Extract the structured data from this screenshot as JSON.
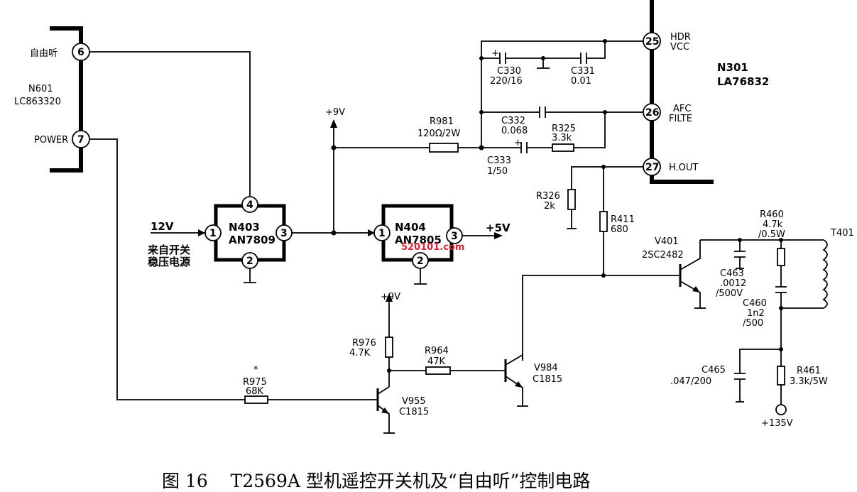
{
  "caption": "图 16    T2569A 型机遥控开关机及“自由听”控制电路",
  "watermark": "520101.com",
  "n601": {
    "name": "N601",
    "part": "LC863320",
    "pin6_label": "自由听",
    "pin6": "6",
    "pin7_label": "POWER",
    "pin7": "7"
  },
  "n301": {
    "name": "N301",
    "part": "LA76832",
    "pin25": "25",
    "pin25_label1": "HDR",
    "pin25_label2": "VCC",
    "pin26": "26",
    "pin26_label1": "AFC",
    "pin26_label2": "FILTE",
    "pin27": "27",
    "pin27_label": "H.OUT"
  },
  "n403": {
    "name": "N403",
    "part": "AN7809",
    "pin1": "1",
    "pin2": "2",
    "pin3": "3",
    "pin4": "4"
  },
  "n404": {
    "name": "N404",
    "part": "AN7805",
    "pin1": "1",
    "pin2": "2",
    "pin3": "3"
  },
  "input": {
    "voltage": "12V",
    "desc1": "来自开关",
    "desc2": "稳压电源"
  },
  "rails": {
    "plus9v_top": "+9V",
    "plus9v_bottom": "+9V",
    "plus5v": "+5V",
    "plus135v": "+135V"
  },
  "components": {
    "r981": {
      "ref": "R981",
      "value": "120Ω/2W"
    },
    "c330": {
      "ref": "C330",
      "value": "220/16"
    },
    "c331": {
      "ref": "C331",
      "value": "0.01"
    },
    "c332": {
      "ref": "C332",
      "value": "0.068"
    },
    "r325": {
      "ref": "R325",
      "value": "3.3k"
    },
    "c333": {
      "ref": "C333",
      "value": "1/50"
    },
    "r326": {
      "ref": "R326",
      "value": "2k"
    },
    "r411": {
      "ref": "R411",
      "value": "680"
    },
    "v401": {
      "ref": "V401",
      "value": "2SC2482"
    },
    "r460": {
      "ref": "R460",
      "value1": "4.7k",
      "value2": "/0.5W"
    },
    "t401": {
      "ref": "T401"
    },
    "c463": {
      "ref": "C463",
      "value1": ".0012",
      "value2": "/500V"
    },
    "c460": {
      "ref": "C460",
      "value1": "1n2",
      "value2": "/500"
    },
    "c465": {
      "ref": "C465",
      "value": ".047/200"
    },
    "r461": {
      "ref": "R461",
      "value": "3.3k/5W"
    },
    "r976": {
      "ref": "R976",
      "value": "4.7K"
    },
    "r964": {
      "ref": "R964",
      "value": "47K"
    },
    "v984": {
      "ref": "V984",
      "value": "C1815"
    },
    "r975": {
      "ref": "R975",
      "value": "68K",
      "mark": "*"
    },
    "v955": {
      "ref": "V955",
      "value": "C1815"
    }
  }
}
